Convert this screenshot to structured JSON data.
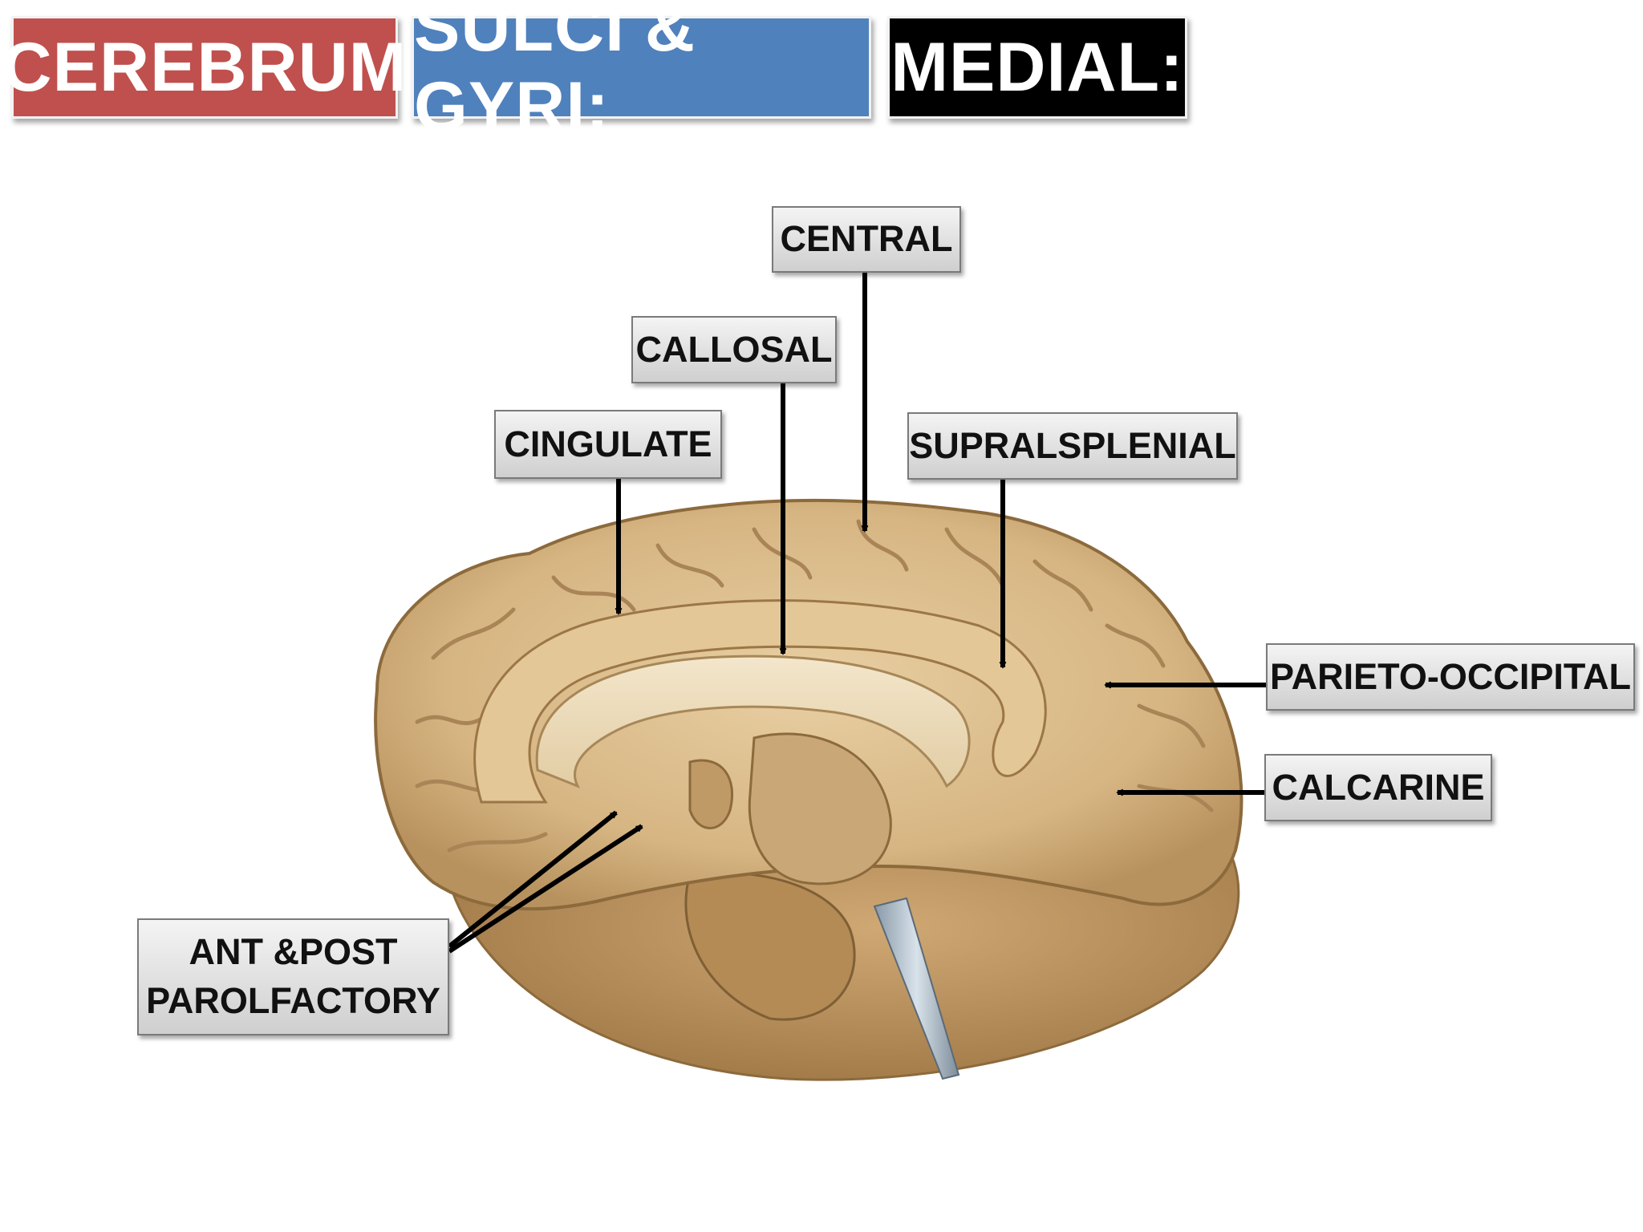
{
  "title": {
    "part1": "CEREBRUM",
    "part2": "SULCI & GYRI:",
    "part3": "MEDIAL:"
  },
  "colors": {
    "title1_bg": "#c0504d",
    "title2_bg": "#4f81bd",
    "title3_bg": "#000000",
    "brain_fill": "#d9b98a",
    "brain_dark": "#b8925e",
    "arrow": "#000000"
  },
  "labels": {
    "central": "CENTRAL",
    "callosal": "CALLOSAL",
    "cingulate": "CINGULATE",
    "supralsplenial": "SUPRALSPLENIAL",
    "parieto_occipital": "PARIETO-OCCIPITAL",
    "calcarine": "CALCARINE",
    "parolfactory_line1": "ANT &POST",
    "parolfactory_line2": "PAROLFACTORY"
  }
}
